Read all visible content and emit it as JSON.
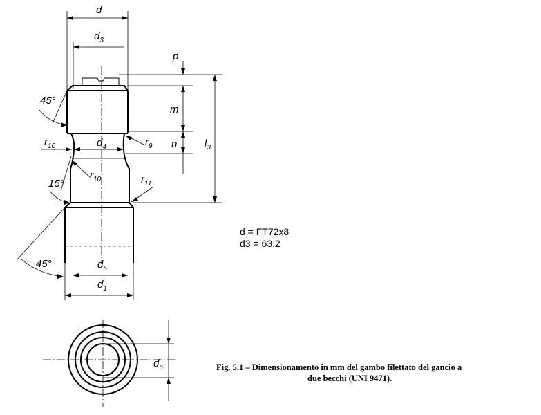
{
  "labels": {
    "d": "d",
    "d3": {
      "main": "d",
      "sub": "3"
    },
    "d4": {
      "main": "d",
      "sub": "4"
    },
    "d5": {
      "main": "d",
      "sub": "5"
    },
    "d1": {
      "main": "d",
      "sub": "1"
    },
    "d6": {
      "main": "d",
      "sub": "6"
    },
    "p": "p",
    "m": "m",
    "n": "n",
    "l3": {
      "main": "l",
      "sub": "3"
    },
    "r10_top": {
      "main": "r",
      "sub": "10"
    },
    "r10_mid": {
      "main": "r",
      "sub": "10"
    },
    "r9": {
      "main": "r",
      "sub": "9"
    },
    "r11": {
      "main": "r",
      "sub": "11"
    },
    "angle_45_top": "45°",
    "angle_15": "15°",
    "angle_45_bottom": "45°"
  },
  "notes": {
    "line1": "d = FT72x8",
    "line2": "d3 = 63.2"
  },
  "caption": {
    "line1": "Fig. 5.1 – Dimensionamento in mm del gambo filettato del gancio a",
    "line2": "due becchi (UNI 9471)."
  }
}
